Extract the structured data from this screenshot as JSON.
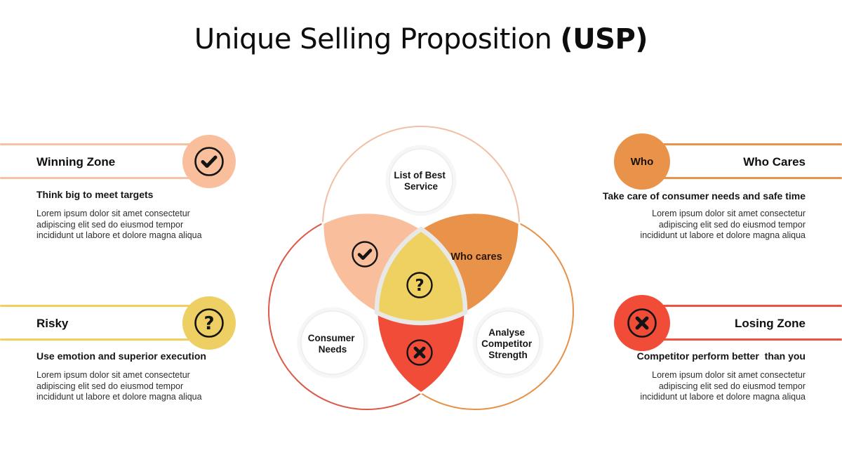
{
  "title": {
    "regular": "Unique Selling Proposition",
    "bold": "(USP)"
  },
  "callouts": {
    "winning": {
      "title": "Winning Zone",
      "subtitle": "Think big to meet targets",
      "body": [
        "Lorem ipsum dolor sit amet consectetur",
        "adipiscing elit sed do eiusmod tempor",
        "incididunt ut labore et dolore magna aliqua"
      ],
      "accent": "#F9BE9C",
      "line_color": "#F4C3A6",
      "icon": "check-circle"
    },
    "risky": {
      "title": "Risky",
      "subtitle": "Use emotion and superior execution",
      "body": [
        "Lorem ipsum dolor sit amet consectetur",
        "adipiscing elit sed do eiusmod tempor",
        "incididunt ut labore et dolore magna aliqua"
      ],
      "accent": "#EDCF63",
      "line_color": "#EDD05E",
      "icon": "question-circle"
    },
    "who_cares": {
      "title": "Who Cares",
      "subtitle": "Take care of consumer needs and safe time",
      "body": [
        "Lorem ipsum dolor sit amet consectetur",
        "adipiscing elit sed do eiusmod tempor",
        "incididunt ut labore et dolore magna aliqua"
      ],
      "accent": "#E9924A",
      "line_color": "#E9924A",
      "badge": "Who"
    },
    "losing": {
      "title": "Losing Zone",
      "subtitle": "Competitor perform better  than you",
      "body": [
        "Lorem ipsum dolor sit amet consectetur",
        "adipiscing elit sed do eiusmod tempor",
        "incididunt ut labore et dolore magna aliqua"
      ],
      "accent": "#F04C38",
      "line_color": "#F0503C",
      "icon": "cross-circle"
    }
  },
  "venn": {
    "circle_labels": {
      "top": [
        "List of Best",
        "Service"
      ],
      "bottom_left": [
        "Consumer",
        "Needs"
      ],
      "bottom_right": [
        "Analyse",
        "Competitor",
        "Strength"
      ]
    },
    "outline_colors": {
      "top": "#F3BFA4",
      "bottom_left": "#DB5A48",
      "bottom_right": "#E79147"
    },
    "regions": {
      "winning": {
        "color": "#F9BE9C",
        "icon": "check-circle"
      },
      "who_cares": {
        "color": "#E9924A",
        "label": "Who cares"
      },
      "risky": {
        "color": "#EFD161",
        "icon": "question-circle"
      },
      "losing": {
        "color": "#F04C38",
        "icon": "cross-circle"
      }
    }
  }
}
